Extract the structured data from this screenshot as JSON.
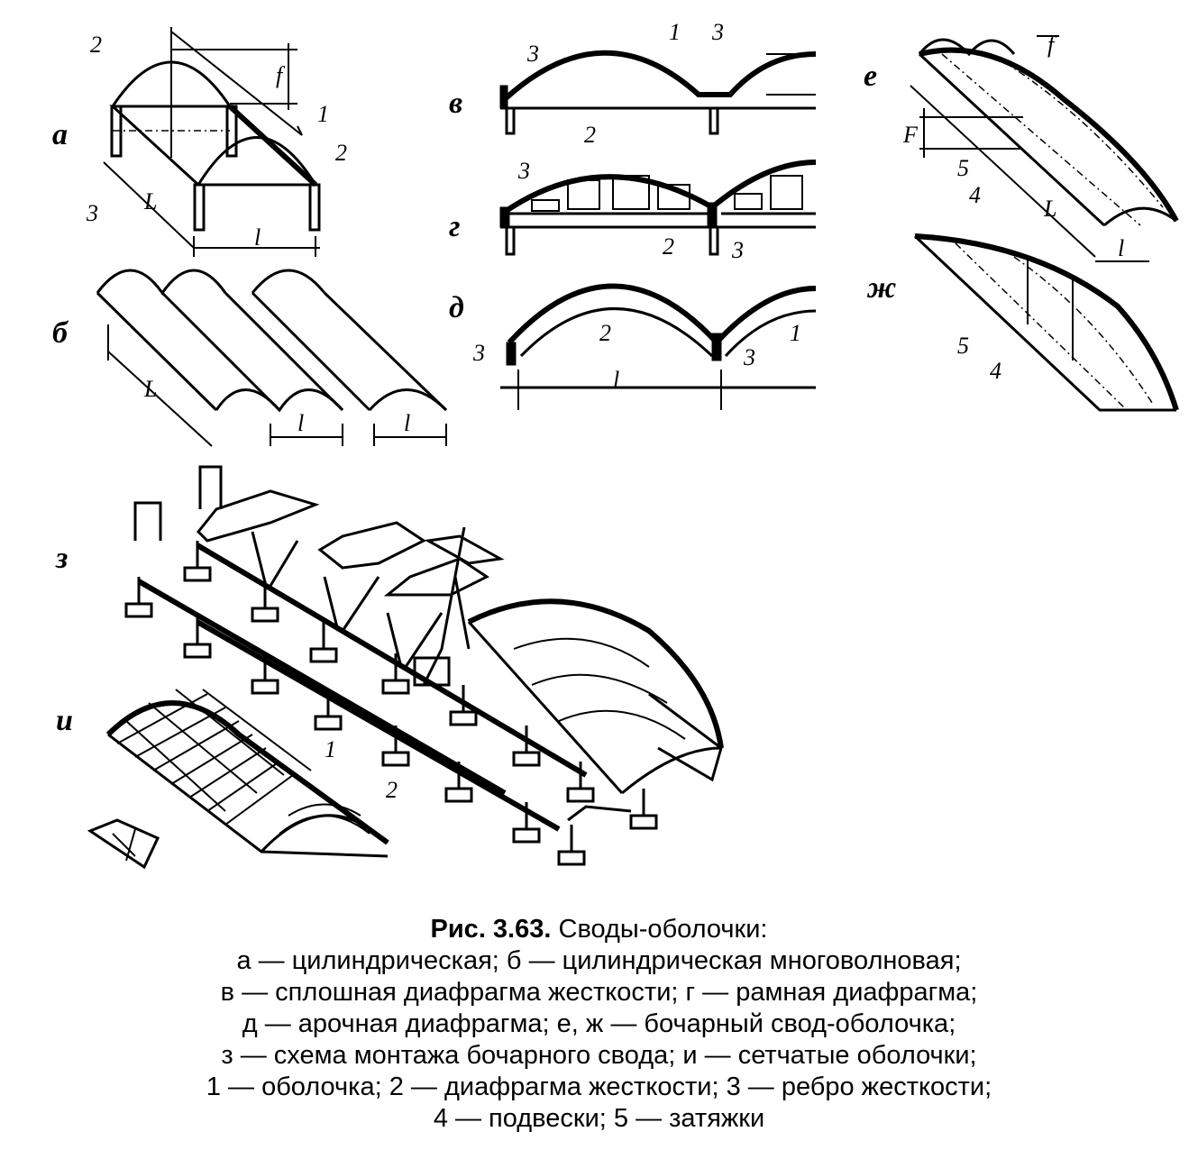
{
  "figure": {
    "panel_letters": {
      "a": "а",
      "b": "б",
      "v": "в",
      "g": "г",
      "d": "д",
      "e": "е",
      "zh": "ж",
      "z": "з",
      "i": "и"
    },
    "dimension_letters": {
      "f": "f",
      "L": "L",
      "l": "l",
      "f_e": "f",
      "F": "F"
    }
  },
  "caption": {
    "number": "Рис. 3.63.",
    "title": "Своды-оболочки:",
    "lines": [
      "а — цилиндрическая; б — цилиндрическая многоволновая;",
      "в — сплошная диафрагма жесткости; г — рамная диафрагма;",
      "д — арочная диафрагма; е, ж — бочарный свод-оболочка;",
      "з — схема монтажа бочарного свода; и — сетчатые оболочки;",
      "1 — оболочка; 2 — диафрагма жесткости; 3 — ребро жесткости;",
      "4 — подвески; 5 — затяжки"
    ]
  }
}
